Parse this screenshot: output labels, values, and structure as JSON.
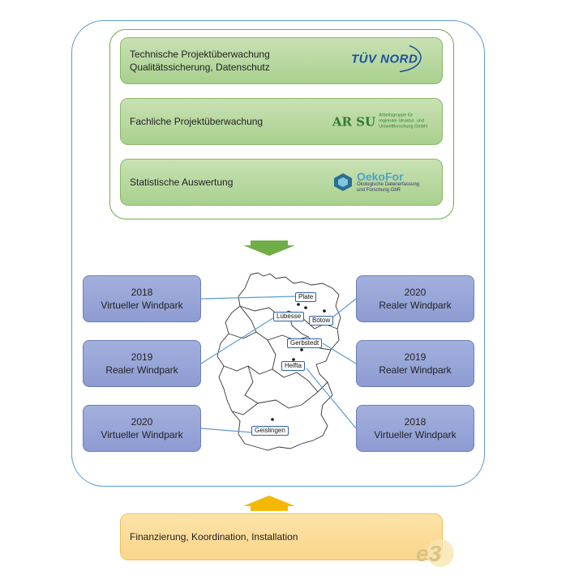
{
  "top_boxes": [
    {
      "label": "Technische Projektüberwachung\nQualitätssicherung, Datenschutz",
      "logo": "TÜV NORD"
    },
    {
      "label": "Fachliche Projektüberwachung",
      "logo_mark": "AR SU",
      "logo_text": "Arbeitsgruppe für\nregionale Struktur- und\nUmweltforschung GmbH"
    },
    {
      "label": "Statistische Auswertung",
      "logo_name": "OekoFor",
      "logo_text": "Ökologische Datenerfassung\nund Forschung GbR"
    }
  ],
  "left_boxes": [
    {
      "year": "2018",
      "type": "Virtueller Windpark"
    },
    {
      "year": "2019",
      "type": "Realer Windpark"
    },
    {
      "year": "2020",
      "type": "Virtueller Windpark"
    }
  ],
  "right_boxes": [
    {
      "year": "2020",
      "type": "Realer Windpark"
    },
    {
      "year": "2019",
      "type": "Realer Windpark"
    },
    {
      "year": "2018",
      "type": "Virtueller Windpark"
    }
  ],
  "sites": [
    "Plate",
    "Lübesse",
    "Bötow",
    "Gerbstedt",
    "Helfta",
    "Geislingen"
  ],
  "bottom_box": {
    "label": "Finanzierung, Koordination, Installation",
    "logo": "e3"
  },
  "colors": {
    "frame_blue": "#5b9bd5",
    "frame_green": "#70ad47",
    "arrow_green": "#70ad47",
    "arrow_orange": "#f5b800"
  }
}
